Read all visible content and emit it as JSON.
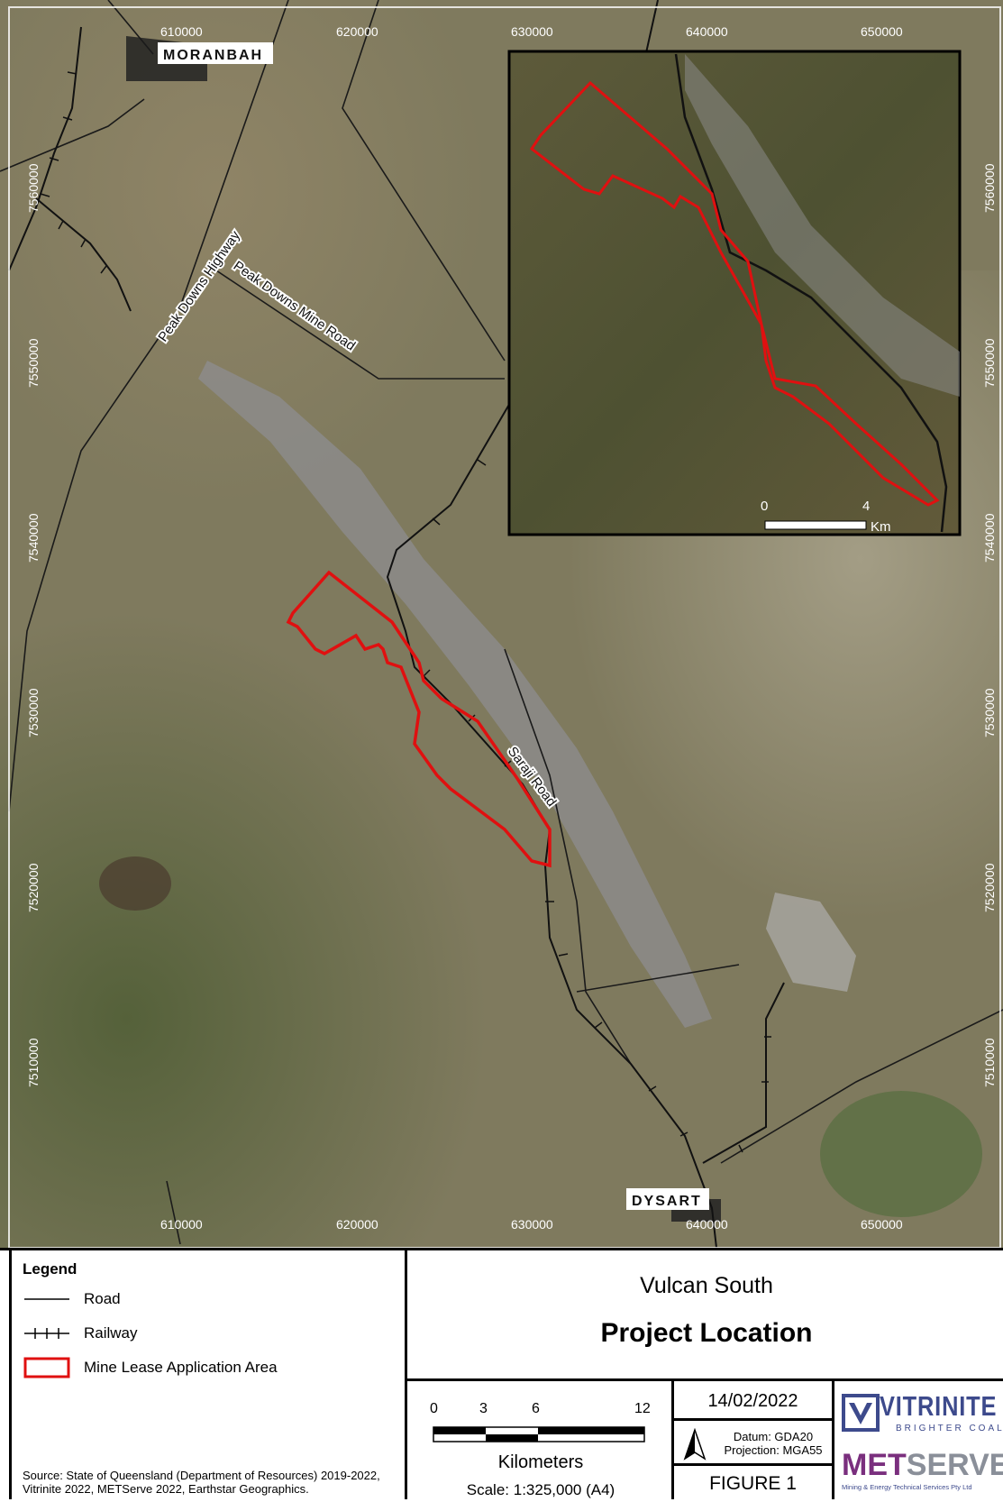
{
  "map": {
    "grid_easting_labels": [
      "610000",
      "620000",
      "630000",
      "640000",
      "650000"
    ],
    "grid_northing_labels": [
      "7560000",
      "7550000",
      "7540000",
      "7530000",
      "7520000",
      "7510000"
    ],
    "towns": [
      "MORANBAH",
      "DYSART"
    ],
    "roads": [
      "Peak Downs Highway",
      "Peak Downs Mine Road",
      "Saraji Road"
    ],
    "inset_scale": {
      "start": "0",
      "end": "4",
      "unit": "Km"
    }
  },
  "legend": {
    "title": "Legend",
    "items": [
      {
        "label": "Road",
        "symbol": "line"
      },
      {
        "label": "Railway",
        "symbol": "railway"
      },
      {
        "label": "Mine Lease Application Area",
        "symbol": "red-outline"
      }
    ],
    "source": "Source: State of Queensland (Department of Resources) 2019-2022, Vitrinite 2022, METServe 2022, Earthstar Geographics."
  },
  "title": {
    "subtitle": "Vulcan South",
    "main": "Project Location"
  },
  "scalebar": {
    "ticks": [
      "0",
      "3",
      "6",
      "12"
    ],
    "unit": "Kilometers",
    "scale": "Scale: 1:325,000 (A4)"
  },
  "info": {
    "date": "14/02/2022",
    "datum": "Datum: GDA20",
    "projection": "Projection: MGA55",
    "figure": "FIGURE 1"
  },
  "logos": {
    "vitrinite": "VITRINITE",
    "vitrinite_tag": "BRIGHTER COAL",
    "metserve_a": "MET",
    "metserve_b": "SERVE",
    "metserve_tag": "Mining & Energy Technical Services Pty Ltd"
  },
  "colors": {
    "lease": "#e01010",
    "brand_blue": "#3d4a8c",
    "brand_purple": "#7a2f7e",
    "brand_grey": "#8a8f99"
  }
}
